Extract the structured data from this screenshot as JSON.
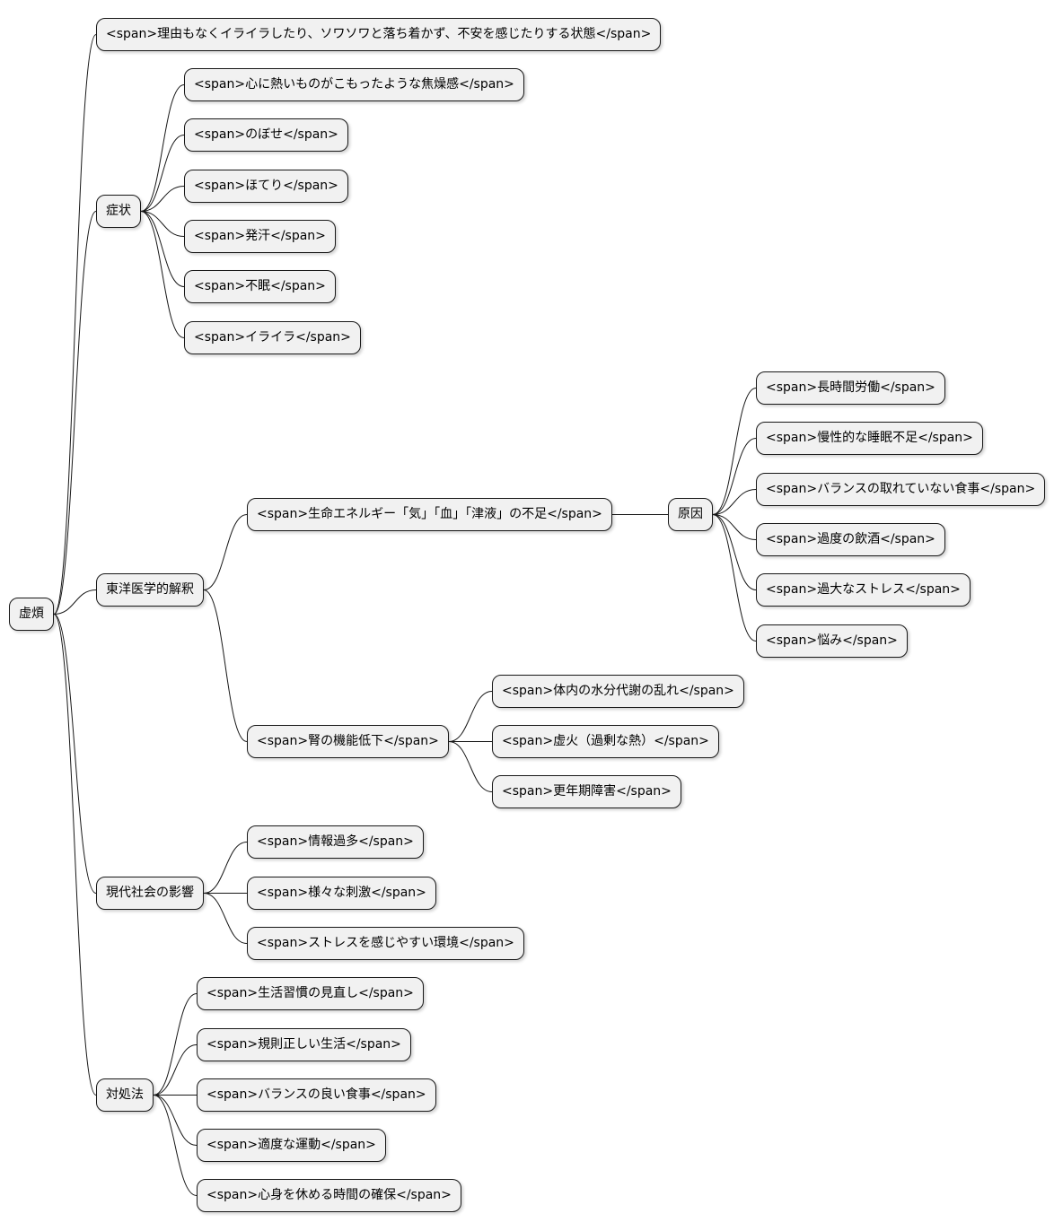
{
  "root": {
    "label": "虚煩"
  },
  "definition": {
    "label": "<span>理由もなくイライラしたり、ソワソワと落ち着かず、不安を感じたりする状態</span>"
  },
  "symptoms": {
    "label": "症状",
    "items": [
      {
        "label": "<span>心に熱いものがこもったような焦燥感</span>"
      },
      {
        "label": "<span>のぼせ</span>"
      },
      {
        "label": "<span>ほてり</span>"
      },
      {
        "label": "<span>発汗</span>"
      },
      {
        "label": "<span>不眠</span>"
      },
      {
        "label": "<span>イライラ</span>"
      }
    ]
  },
  "eastern": {
    "label": "東洋医学的解釈",
    "deficiency": {
      "label": "<span>生命エネルギー「気」「血」「津液」の不足</span>",
      "cause": {
        "label": "原因",
        "items": [
          {
            "label": "<span>長時間労働</span>"
          },
          {
            "label": "<span>慢性的な睡眠不足</span>"
          },
          {
            "label": "<span>バランスの取れていない食事</span>"
          },
          {
            "label": "<span>過度の飲酒</span>"
          },
          {
            "label": "<span>過大なストレス</span>"
          },
          {
            "label": "<span>悩み</span>"
          }
        ]
      }
    },
    "kidney": {
      "label": "<span>腎の機能低下</span>",
      "items": [
        {
          "label": "<span>体内の水分代謝の乱れ</span>"
        },
        {
          "label": "<span>虚火（過剰な熱）</span>"
        },
        {
          "label": "<span>更年期障害</span>"
        }
      ]
    }
  },
  "society": {
    "label": "現代社会の影響",
    "items": [
      {
        "label": "<span>情報過多</span>"
      },
      {
        "label": "<span>様々な刺激</span>"
      },
      {
        "label": "<span>ストレスを感じやすい環境</span>"
      }
    ]
  },
  "remedies": {
    "label": "対処法",
    "items": [
      {
        "label": "<span>生活習慣の見直し</span>"
      },
      {
        "label": "<span>規則正しい生活</span>"
      },
      {
        "label": "<span>バランスの良い食事</span>"
      },
      {
        "label": "<span>適度な運動</span>"
      },
      {
        "label": "<span>心身を休める時間の確保</span>"
      }
    ]
  }
}
